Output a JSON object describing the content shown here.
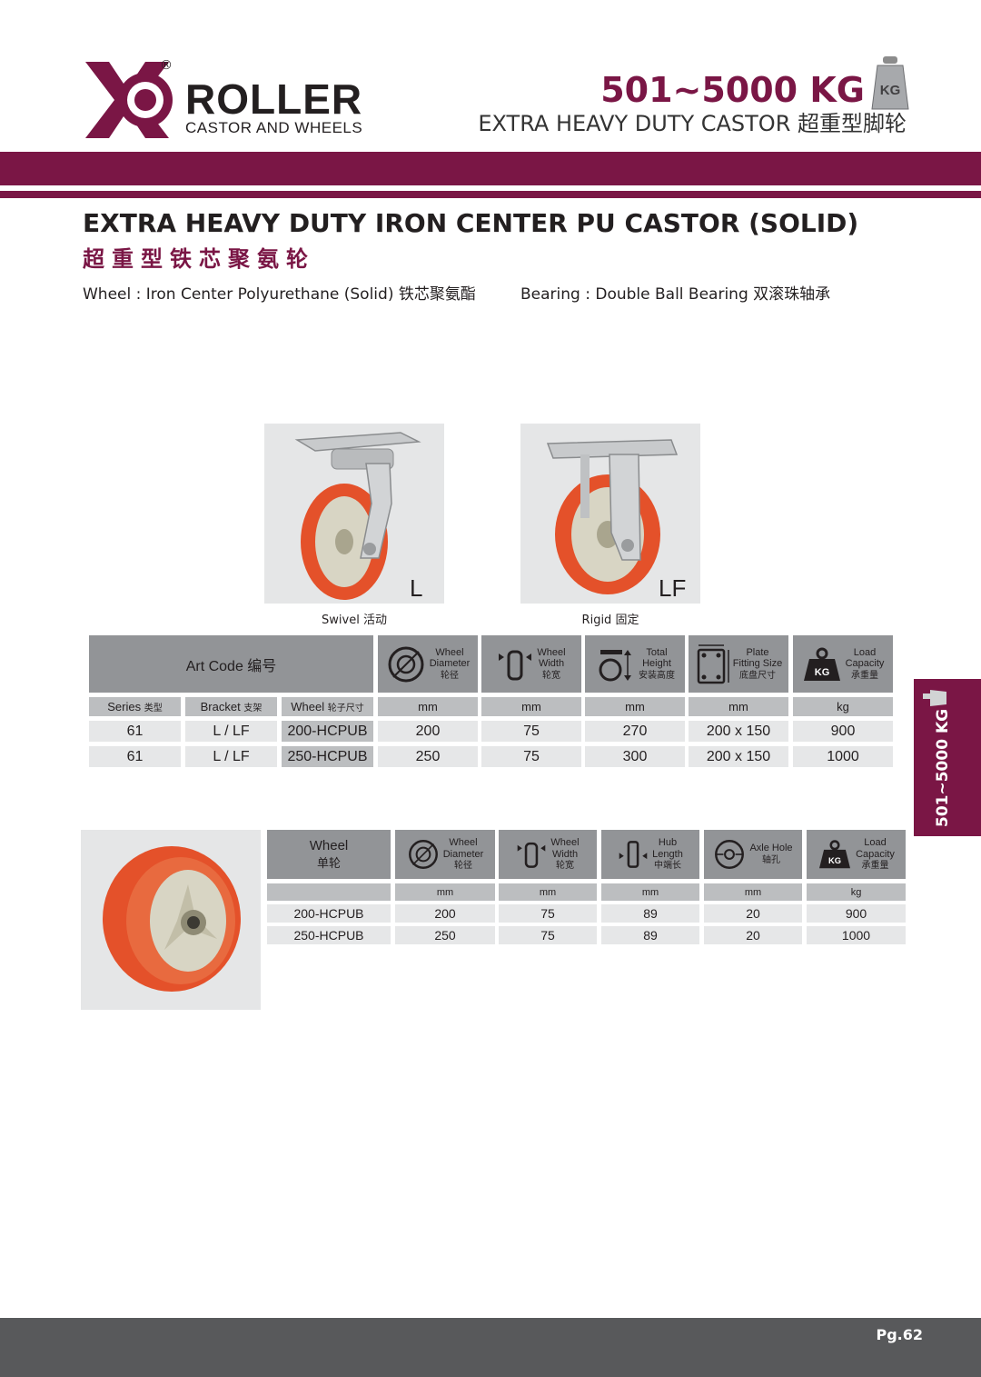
{
  "brand": {
    "name": "ROLLER",
    "tagline": "CASTOR AND WHEELS",
    "registered": "®"
  },
  "header": {
    "range": "501~5000 KG",
    "weight_icon_text": "KG",
    "subtitle": "EXTRA HEAVY DUTY CASTOR 超重型脚轮"
  },
  "product": {
    "title_en": "EXTRA HEAVY DUTY IRON CENTER PU CASTOR (SOLID)",
    "title_cn": "超重型铁芯聚氨轮",
    "wheel_spec": "Wheel : Iron Center Polyurethane (Solid) 铁芯聚氨酯",
    "bearing_spec": "Bearing : Double Ball Bearing 双滚珠轴承"
  },
  "images": {
    "swivel_letter": "L",
    "rigid_letter": "LF",
    "swivel_caption": "Swivel 活动",
    "rigid_caption": "Rigid 固定"
  },
  "castor_table": {
    "art_code_label": "Art Code 编号",
    "columns": [
      {
        "en": "Wheel\nDiameter",
        "cn": "轮径",
        "icon": "wheel-diameter-icon",
        "unit": "mm"
      },
      {
        "en": "Wheel\nWidth",
        "cn": "轮宽",
        "icon": "wheel-width-icon",
        "unit": "mm"
      },
      {
        "en": "Total\nHeight",
        "cn": "安装高度",
        "icon": "total-height-icon",
        "unit": "mm"
      },
      {
        "en": "Plate\nFitting Size",
        "cn": "底盘尺寸",
        "icon": "plate-fitting-icon",
        "unit": "mm"
      },
      {
        "en": "Load\nCapacity",
        "cn": "承重量",
        "icon": "load-capacity-icon",
        "unit": "kg"
      }
    ],
    "sub_headers": {
      "series_en": "Series",
      "series_cn": "类型",
      "bracket_en": "Bracket",
      "bracket_cn": "支架",
      "wheel_en": "Wheel",
      "wheel_cn": "轮子尺寸"
    },
    "rows": [
      {
        "series": "61",
        "bracket": "L / LF",
        "wheel": "200-HCPUB",
        "diameter": "200",
        "width": "75",
        "height": "270",
        "plate": "200 x 150",
        "load": "900"
      },
      {
        "series": "61",
        "bracket": "L / LF",
        "wheel": "250-HCPUB",
        "diameter": "250",
        "width": "75",
        "height": "300",
        "plate": "200 x 150",
        "load": "1000"
      }
    ]
  },
  "wheel_table": {
    "wheel_label_en": "Wheel",
    "wheel_label_cn": "单轮",
    "columns": [
      {
        "en": "Wheel\nDiameter",
        "cn": "轮径",
        "icon": "wheel-diameter-icon",
        "unit": "mm"
      },
      {
        "en": "Wheel\nWidth",
        "cn": "轮宽",
        "icon": "wheel-width-icon",
        "unit": "mm"
      },
      {
        "en": "Hub\nLength",
        "cn": "中端长",
        "icon": "hub-length-icon",
        "unit": "mm"
      },
      {
        "en": "Axle Hole",
        "cn": "轴孔",
        "icon": "axle-hole-icon",
        "unit": "mm"
      },
      {
        "en": "Load\nCapacity",
        "cn": "承重量",
        "icon": "load-capacity-icon",
        "unit": "kg"
      }
    ],
    "rows": [
      {
        "wheel": "200-HCPUB",
        "diameter": "200",
        "width": "75",
        "hub": "89",
        "axle": "20",
        "load": "900"
      },
      {
        "wheel": "250-HCPUB",
        "diameter": "250",
        "width": "75",
        "hub": "89",
        "axle": "20",
        "load": "1000"
      }
    ]
  },
  "side_tab": "501~5000 KG",
  "footer": {
    "page": "Pg.62"
  },
  "colors": {
    "brand_maroon": "#7a1645",
    "header_gray": "#929497",
    "subheader_gray": "#bcbec0",
    "row_gray": "#e6e7e8",
    "footer_gray": "#58595b",
    "pu_orange": "#e4512a"
  }
}
